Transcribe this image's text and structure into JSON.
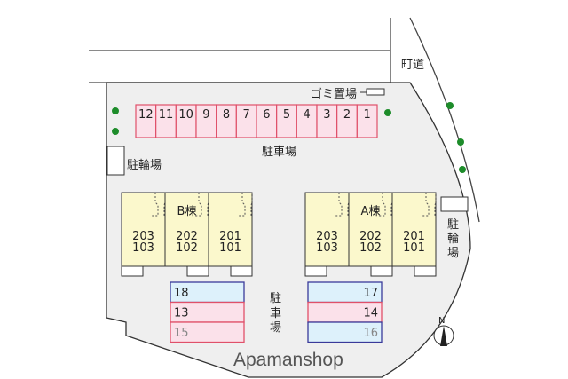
{
  "road_label": "町道",
  "garbage_label": "ゴミ置場",
  "top_parking": {
    "label": "駐車場",
    "spaces": [
      "12",
      "11",
      "10",
      "9",
      "8",
      "7",
      "6",
      "5",
      "4",
      "3",
      "2",
      "1"
    ]
  },
  "bike_parking_left": "駐輪場",
  "bike_parking_right": [
    "駐",
    "輪",
    "場"
  ],
  "building_b": {
    "name": "B棟",
    "units": [
      [
        "203",
        "103"
      ],
      [
        "202",
        "102"
      ],
      [
        "201",
        "101"
      ]
    ]
  },
  "building_a": {
    "name": "A棟",
    "units": [
      [
        "203",
        "103"
      ],
      [
        "202",
        "102"
      ],
      [
        "201",
        "101"
      ]
    ]
  },
  "center_parking_label": [
    "駐",
    "車",
    "場"
  ],
  "lower_left_spaces": [
    "18",
    "13",
    "15"
  ],
  "lower_right_spaces": [
    "17",
    "14",
    "16"
  ],
  "north_label": "N",
  "watermark": "Apamanshop",
  "colors": {
    "lot": "#efefef",
    "parking_pink": "#fbe1ea",
    "parking_red": "#e0506a",
    "parking_blue": "#ddf1fb",
    "parking_navy": "#3a3a9a",
    "building": "#fbf8cc",
    "tree": "#1d8c2a"
  }
}
